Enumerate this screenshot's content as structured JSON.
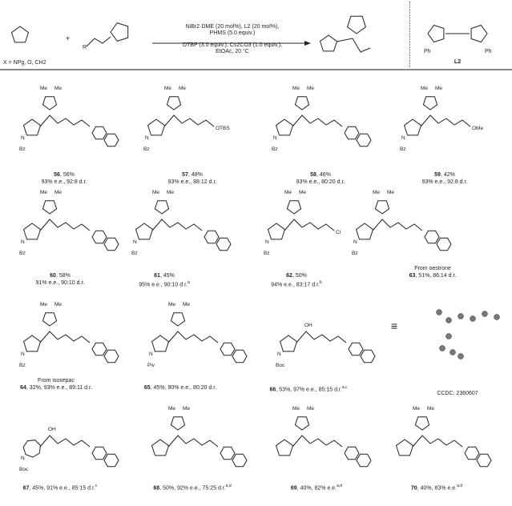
{
  "scheme": {
    "substrate_label": "X = NPg, O, CH2",
    "substituent_r": "R",
    "plus": "+",
    "conditions_top": "NiBr2·DME (20 mol%), L2 (20 mol%),",
    "conditions_top2": "PHMS (5.0 equiv.)",
    "conditions_bottom": "DTBP (3.0 equiv.), Cs2CO3 (1.0 equiv.),",
    "conditions_bottom2": "EtOAc, 20 °C",
    "ligand_label": "L2",
    "ph": "Ph",
    "me": "Me"
  },
  "compounds": [
    {
      "id": "56",
      "yield": "56%",
      "detail": "93% e.e., 92:8 d.r.",
      "pg": "Bz"
    },
    {
      "id": "57",
      "yield": "48%",
      "detail": "93% e.e., 88:12 d.r.",
      "pg": "Bz",
      "tail": "OTBS"
    },
    {
      "id": "58",
      "yield": "46%",
      "detail": "93% e.e., 80:20 d.r.",
      "pg": "Bz"
    },
    {
      "id": "59",
      "yield": "42%",
      "detail": "93% e.e., 92:8 d.r.",
      "pg": "Bz",
      "tail": "OMe"
    },
    {
      "id": "60",
      "yield": "58%",
      "detail": "91% e.e., 90:10 d.r.",
      "pg": "Bz"
    },
    {
      "id": "61",
      "yield": "45%",
      "detail": "95% e.e., 90:10 d.r.",
      "sup": "a",
      "pg": "Bz"
    },
    {
      "id": "62",
      "yield": "50%",
      "detail": "94% e.e., 83:17 d.r.",
      "sup": "b",
      "pg": "Bz",
      "tail": "Cl"
    },
    {
      "id": "63",
      "line": ", 51%, 86:14 d.r.",
      "from": "From oestrone",
      "pg": "Bz"
    },
    {
      "id": "64",
      "line": ", 32%, 93% e.e., 89:11 d.r.",
      "from": "From isoxepac",
      "pg": "Bz"
    },
    {
      "id": "65",
      "line": ", 45%, 90% e.e., 80:20 d.r.",
      "pg": "Piv"
    },
    {
      "id": "66",
      "line": ", 53%, 97% e.e., 85:15 d.r.",
      "sup": "a,c",
      "pg": "Boc"
    },
    {
      "id": "67",
      "line": ", 45%, 91% e.e., 85:15 d.r.",
      "sup": "c",
      "pg": "Boc"
    },
    {
      "id": "68",
      "line": ", 50%, 92% e.e., 75:25 d.r.",
      "sup": "a,d"
    },
    {
      "id": "69",
      "line": ", 40%, 82% e.e.",
      "sup": "a,d"
    },
    {
      "id": "70",
      "line": ", 40%, 83% e.e.",
      "sup": "a,d"
    }
  ],
  "crystal": {
    "ccdc": "CCDC: 2360607"
  }
}
